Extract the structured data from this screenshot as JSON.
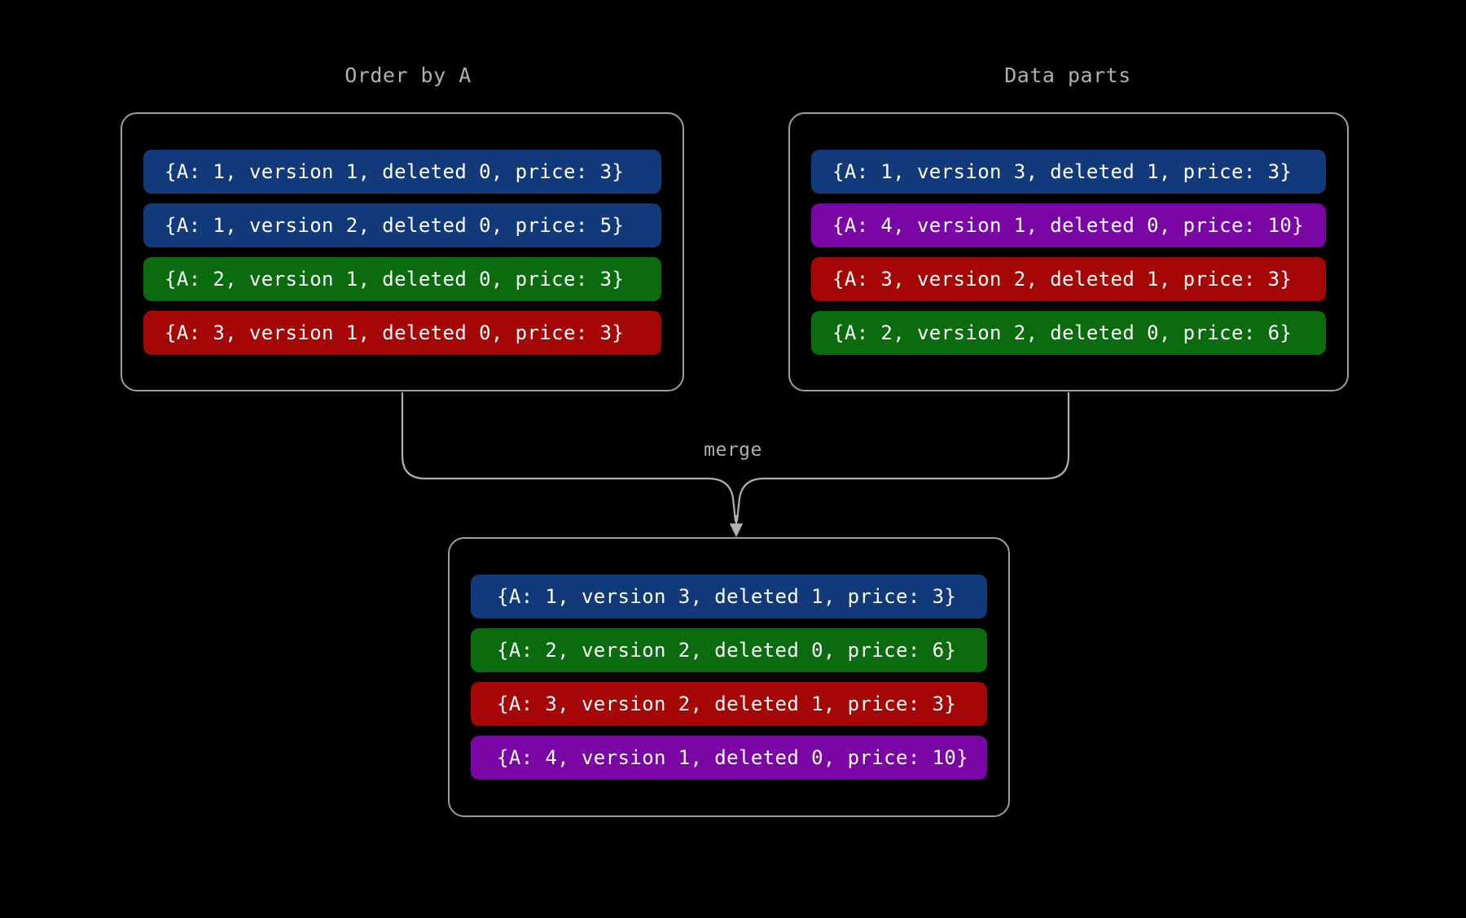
{
  "colors": {
    "background": "#000000",
    "panel_border": "#9e9e9e",
    "connector": "#b0b0b0",
    "title_text": "#b0b0b0",
    "row_text": "#ffffff",
    "blue": "#123a7a",
    "green": "#0a6b0f",
    "red": "#a50606",
    "purple": "#7a07a5"
  },
  "panels": {
    "order_by_a": {
      "title": "Order by A",
      "rows": [
        {
          "text": "{A: 1, version 1, deleted 0, price: 3}",
          "color": "#123a7a",
          "key": "blue"
        },
        {
          "text": "{A: 1, version 2, deleted 0, price: 5}",
          "color": "#123a7a",
          "key": "blue"
        },
        {
          "text": "{A: 2, version 1, deleted 0, price: 3}",
          "color": "#0a6b0f",
          "key": "green"
        },
        {
          "text": "{A: 3, version 1, deleted 0, price: 3}",
          "color": "#a50606",
          "key": "red"
        }
      ]
    },
    "data_parts": {
      "title": "Data parts",
      "rows": [
        {
          "text": "{A: 1, version 3, deleted 1, price: 3}",
          "color": "#123a7a",
          "key": "blue"
        },
        {
          "text": "{A: 4, version 1, deleted 0, price: 10}",
          "color": "#7a07a5",
          "key": "purple"
        },
        {
          "text": "{A: 3, version 2, deleted 1, price: 3}",
          "color": "#a50606",
          "key": "red"
        },
        {
          "text": "{A: 2, version 2, deleted 0, price: 6}",
          "color": "#0a6b0f",
          "key": "green"
        }
      ]
    },
    "merged": {
      "title": "",
      "rows": [
        {
          "text": "{A: 1, version 3, deleted 1, price: 3}",
          "color": "#123a7a",
          "key": "blue"
        },
        {
          "text": "{A: 2, version 2, deleted 0, price: 6}",
          "color": "#0a6b0f",
          "key": "green"
        },
        {
          "text": "{A: 3, version 2, deleted 1, price: 3}",
          "color": "#a50606",
          "key": "red"
        },
        {
          "text": "{A: 4, version 1, deleted 0, price: 10}",
          "color": "#7a07a5",
          "key": "purple"
        }
      ]
    }
  },
  "connector": {
    "label": "merge",
    "arrow": "arrow-down"
  }
}
